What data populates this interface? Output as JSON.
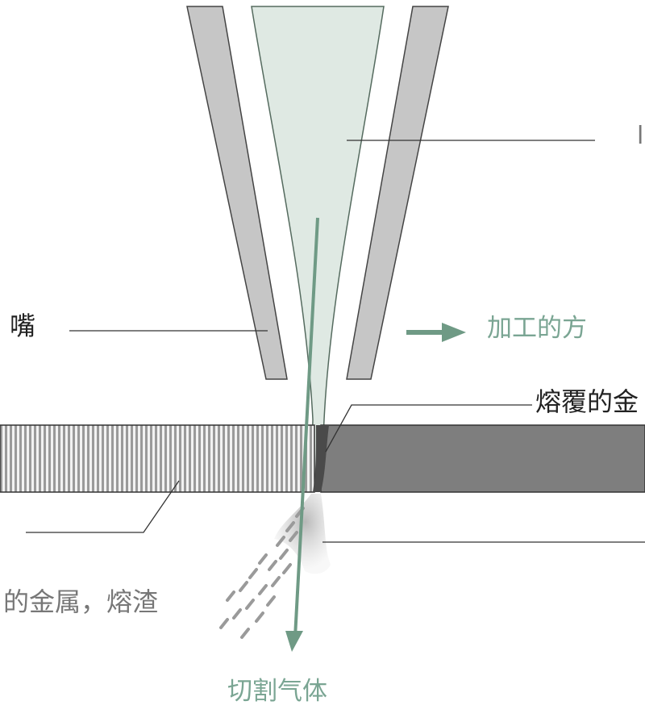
{
  "labels": {
    "nozzle": "嘴",
    "direction": "加工的方",
    "molten_metal": "熔覆的金",
    "slag": "的金属，熔渣",
    "gas": "切割气体",
    "beam_edge": "l"
  },
  "colors": {
    "nozzle_fill": "#c6c6c6",
    "nozzle_stroke": "#444444",
    "beam_fill": "#dfe9e3",
    "beam_stroke": "#556b5f",
    "plate_cut": "#7e7e7e",
    "plate_stripe": "#9a9a9a",
    "gas_arrow": "#6f9a85",
    "slag_gray": "#a8a8a8",
    "leader_line": "#333333"
  }
}
